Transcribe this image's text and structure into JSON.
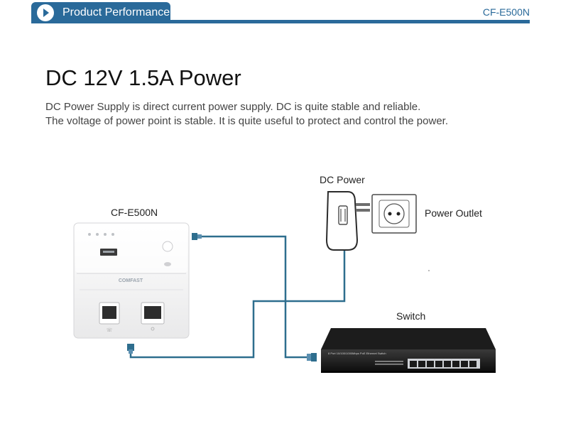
{
  "header": {
    "tab_label": "Product Performance",
    "model_code": "CF-E500N"
  },
  "section": {
    "title": "DC 12V 1.5A Power",
    "description_lines": [
      "DC Power Supply is direct current power supply. DC is quite stable and reliable.",
      "The voltage of power point is stable. It is quite useful to protect and control the power."
    ]
  },
  "diagram": {
    "device_label": "CF-E500N",
    "device_brand": "COMFAST",
    "adapter_label": "DC Power",
    "outlet_label": "Power Outlet",
    "switch_label": "Switch",
    "switch_panel_text": "8 Port 10/100/1000Mbps PoE Ethernet Switch",
    "colors": {
      "accent": "#2a6a9a",
      "cable": "#2e6e8e"
    }
  }
}
